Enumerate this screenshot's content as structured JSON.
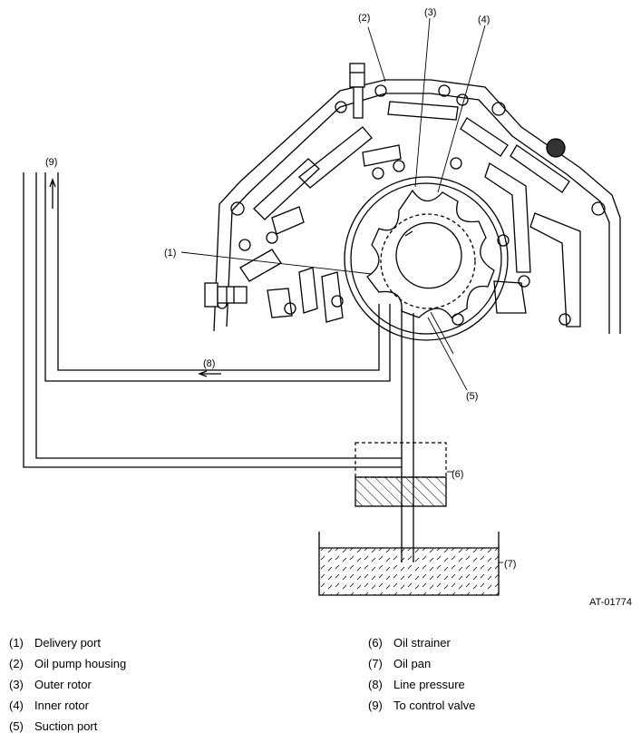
{
  "figure_id": "AT-01774",
  "callouts": {
    "c1": "(1)",
    "c2": "(2)",
    "c3": "(3)",
    "c4": "(4)",
    "c5": "(5)",
    "c6": "(6)",
    "c7": "(7)",
    "c8": "(8)",
    "c9": "(9)"
  },
  "legend": {
    "left": [
      {
        "num": "(1)",
        "text": "Delivery port"
      },
      {
        "num": "(2)",
        "text": "Oil pump housing"
      },
      {
        "num": "(3)",
        "text": "Outer rotor"
      },
      {
        "num": "(4)",
        "text": "Inner rotor"
      },
      {
        "num": "(5)",
        "text": "Suction port"
      }
    ],
    "right": [
      {
        "num": "(6)",
        "text": "Oil strainer"
      },
      {
        "num": "(7)",
        "text": "Oil pan"
      },
      {
        "num": "(8)",
        "text": "Line pressure"
      },
      {
        "num": "(9)",
        "text": "To control valve"
      }
    ]
  }
}
